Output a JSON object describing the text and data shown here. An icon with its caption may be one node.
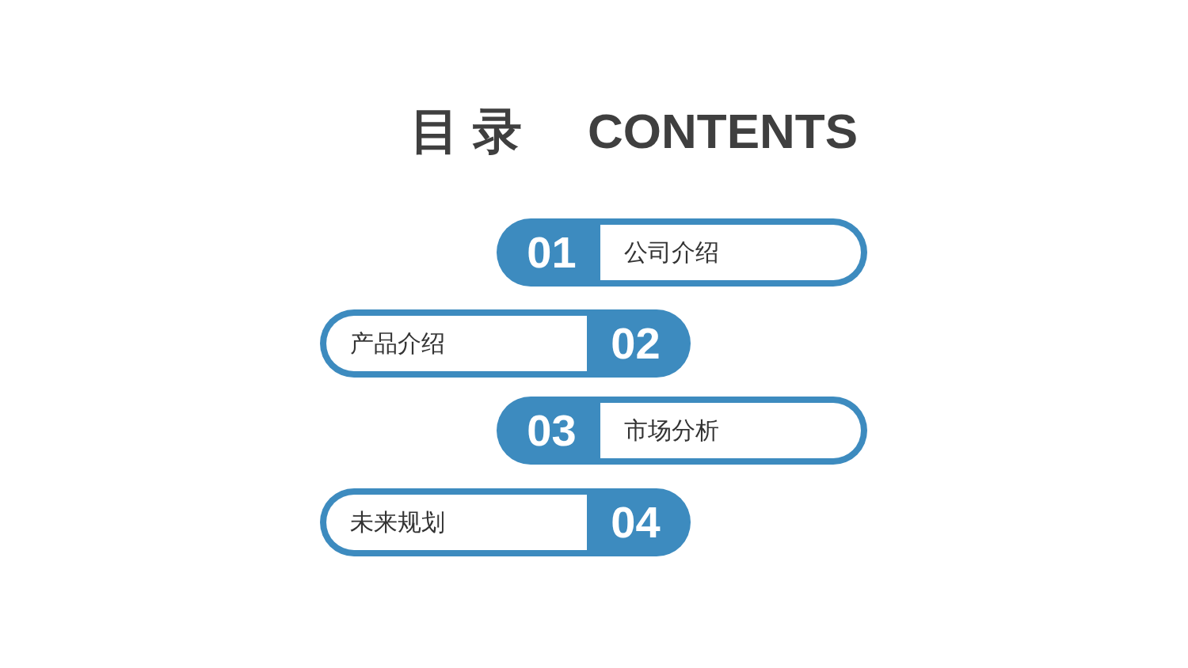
{
  "diagram": {
    "title": "目 录",
    "labels": [
      "CONTENTS"
    ],
    "nodes": [
      {
        "text": [
          "01",
          "公司介绍"
        ]
      },
      {
        "text": [
          "产品介绍",
          "02"
        ]
      },
      {
        "text": [
          "03",
          "市场分析"
        ]
      },
      {
        "text": [
          "未来规划",
          "04"
        ]
      }
    ]
  }
}
